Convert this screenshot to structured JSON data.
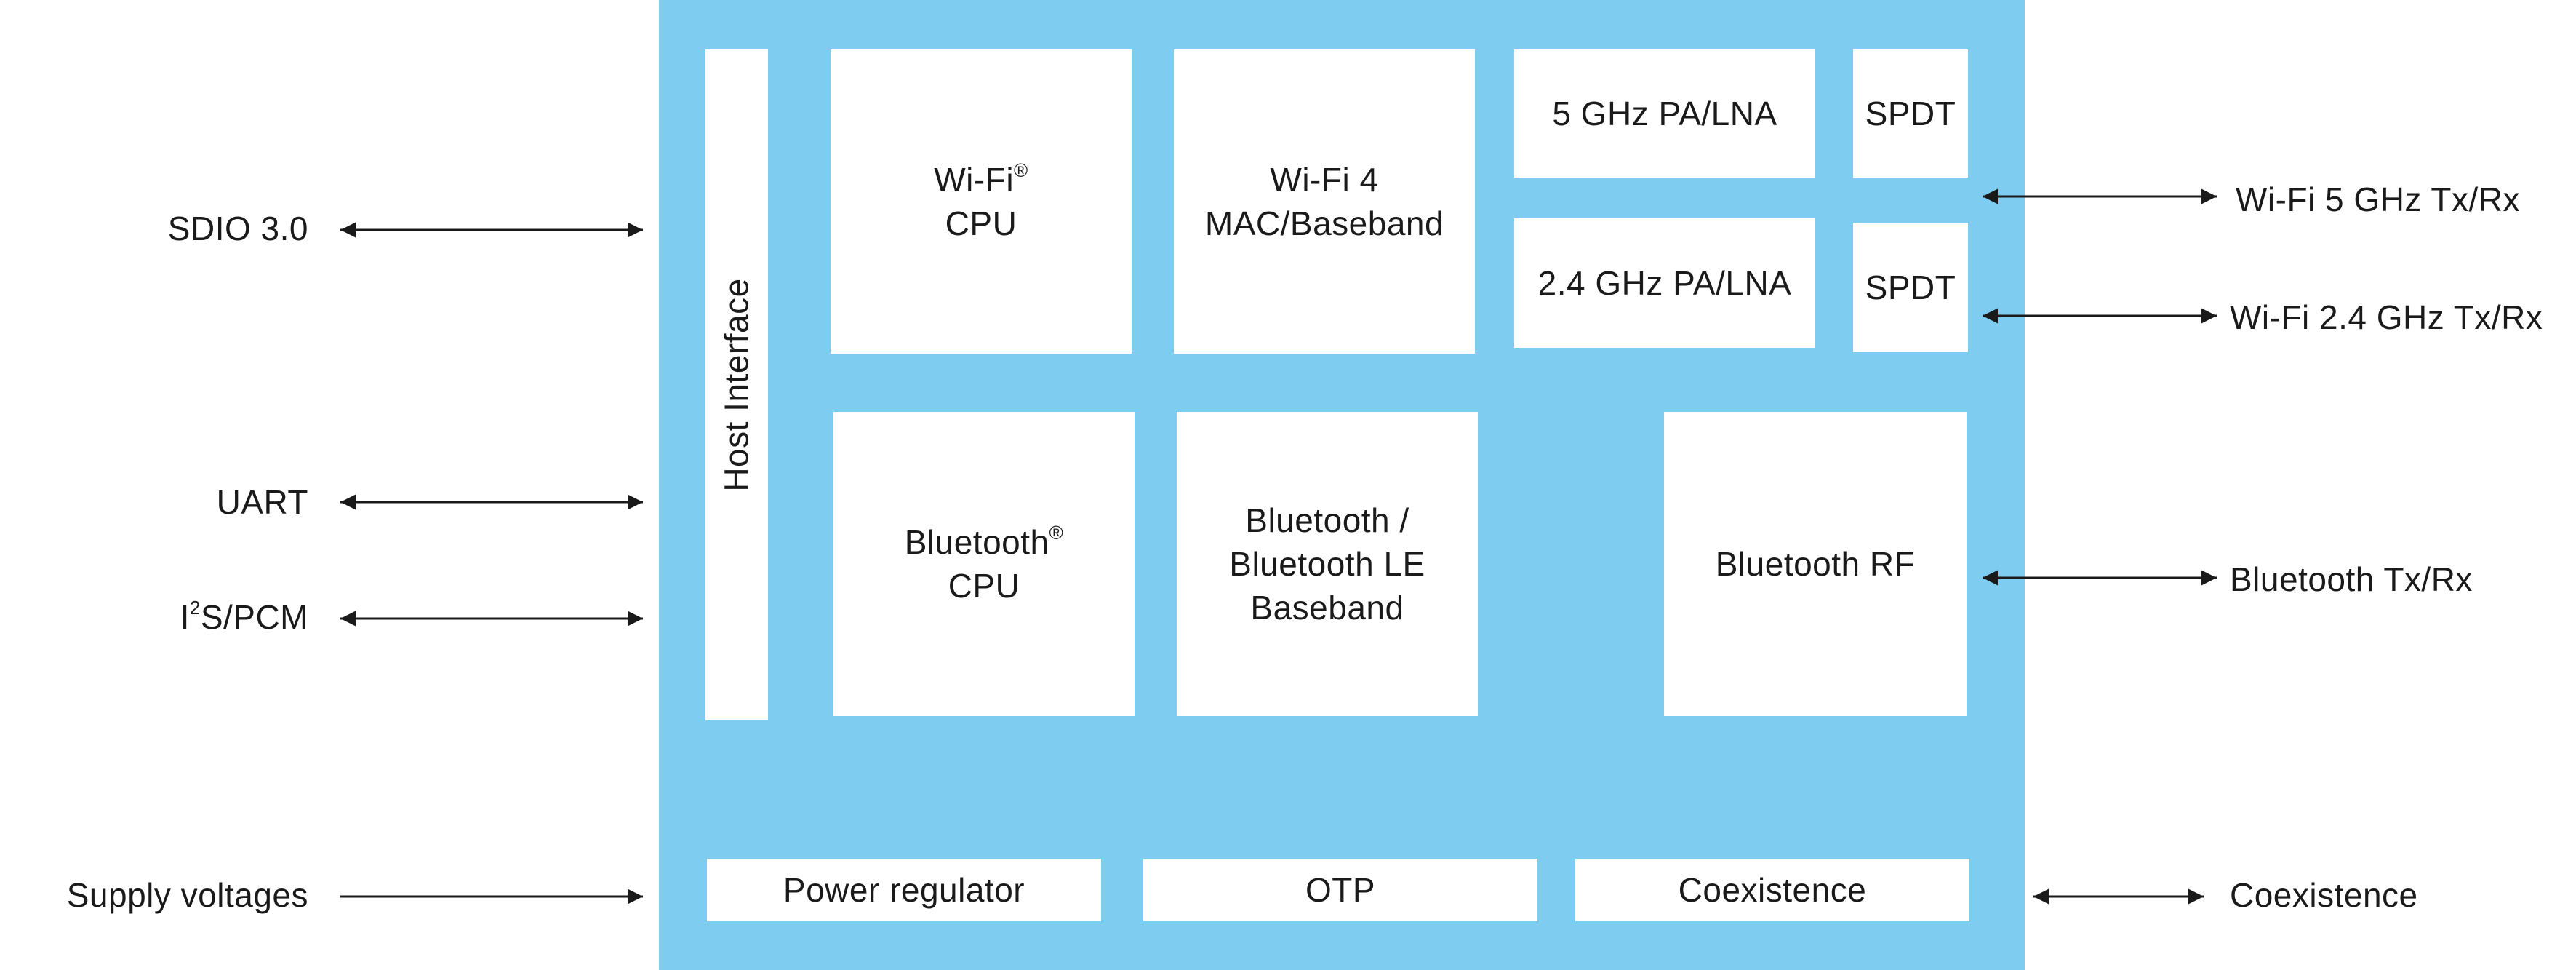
{
  "diagram": {
    "blocks": {
      "host_interface": "Host Interface",
      "wifi_cpu": {
        "line1": "Wi-Fi",
        "sup": "®",
        "line2": "CPU"
      },
      "wifi4_mac": {
        "line1": "Wi-Fi 4",
        "line2": "MAC/Baseband"
      },
      "pa_lna_5ghz": "5 GHz PA/LNA",
      "spdt_top": "SPDT",
      "pa_lna_24ghz": "2.4 GHz PA/LNA",
      "spdt_bottom": "SPDT",
      "bt_cpu": {
        "line1": "Bluetooth",
        "sup": "®",
        "line2": "CPU"
      },
      "bt_baseband": {
        "line1": "Bluetooth /",
        "line2": "Bluetooth LE",
        "line3": "Baseband"
      },
      "bt_rf": "Bluetooth RF",
      "power_regulator": "Power regulator",
      "otp": "OTP",
      "coexistence_block": "Coexistence"
    },
    "left_interfaces": {
      "sdio": "SDIO 3.0",
      "uart": "UART",
      "i2s_prefix": "I",
      "i2s_sup": "2",
      "i2s_suffix": "S/PCM",
      "supply": "Supply voltages"
    },
    "right_interfaces": {
      "wifi5": "Wi-Fi 5 GHz Tx/Rx",
      "wifi24": "Wi-Fi 2.4 GHz Tx/Rx",
      "bt": "Bluetooth Tx/Rx",
      "coex": "Coexistence"
    },
    "colors": {
      "chip": "#7ecdf1",
      "block": "#ffffff",
      "text": "#1a1a1a"
    }
  }
}
